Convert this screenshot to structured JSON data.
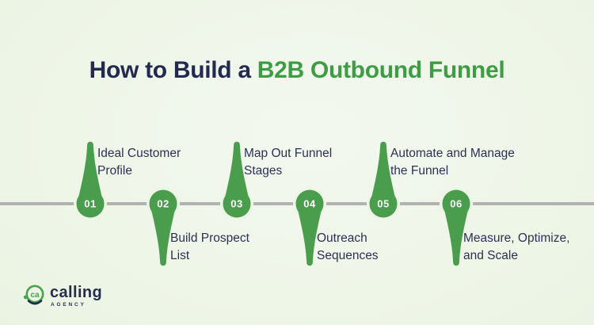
{
  "title": {
    "prefix": "How to Build a ",
    "highlight": "B2B Outbound Funnel"
  },
  "timeline": {
    "steps": [
      {
        "number": "01",
        "label": "Ideal Customer\nProfile",
        "position": "above"
      },
      {
        "number": "02",
        "label": "Build Prospect\nList",
        "position": "below"
      },
      {
        "number": "03",
        "label": "Map Out Funnel\nStages",
        "position": "above"
      },
      {
        "number": "04",
        "label": "Outreach\nSequences",
        "position": "below"
      },
      {
        "number": "05",
        "label": "Automate and Manage\nthe Funnel",
        "position": "above"
      },
      {
        "number": "06",
        "label": "Measure, Optimize,\nand Scale",
        "position": "below"
      }
    ]
  },
  "logo": {
    "icon_text": "ca",
    "name": "calling",
    "subtitle": "AGENCY"
  },
  "colors": {
    "brand_green": "#4A9D4C",
    "title_green": "#3E9C45",
    "title_navy": "#232A4D",
    "label_navy": "#2B3153",
    "line_gray": "#B2B2B2",
    "background_light_green": "#EDF5E6"
  }
}
